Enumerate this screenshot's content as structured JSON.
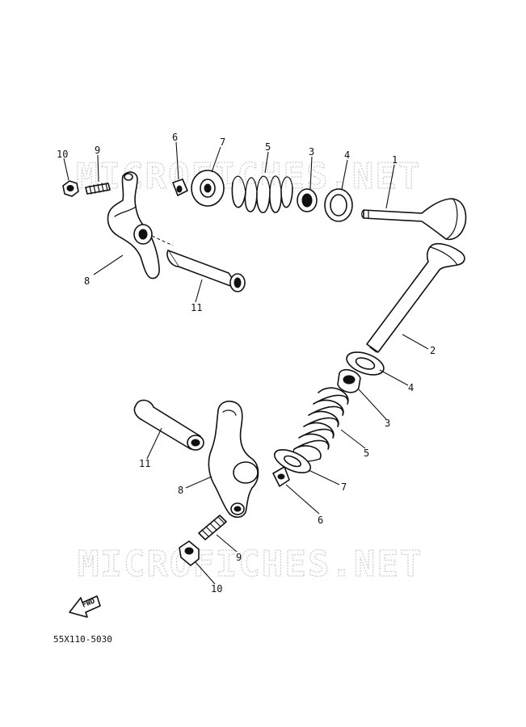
{
  "watermark": {
    "text": "MICROFICHES.NET"
  },
  "drawing_code": "55X110-5030",
  "fwd_label": "FWD",
  "callouts_upper": {
    "p10": "10",
    "p9": "9",
    "p6": "6",
    "p7": "7",
    "p5": "5",
    "p3": "3",
    "p4": "4",
    "p1": "1",
    "p8": "8",
    "p11": "11"
  },
  "callouts_lower": {
    "p2": "2",
    "p4": "4",
    "p3": "3",
    "p5": "5",
    "p7": "7",
    "p6": "6",
    "p8": "8",
    "p11": "11",
    "p9": "9",
    "p10": "10"
  }
}
